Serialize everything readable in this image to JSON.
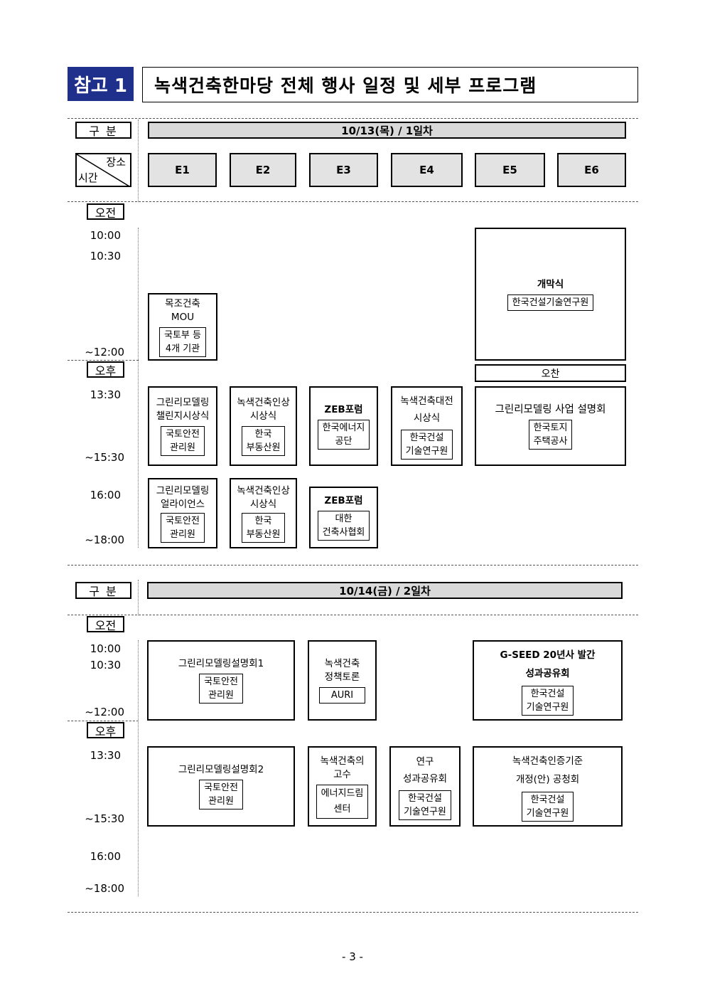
{
  "header": {
    "tag": "참고 1",
    "title": "녹색건축한마당 전체 행사 일정 및 세부 프로그램"
  },
  "labels": {
    "gubun": "구 분",
    "place": "장소",
    "time": "시간",
    "am": "오전",
    "pm": "오후"
  },
  "rooms": [
    "E1",
    "E2",
    "E3",
    "E4",
    "E5",
    "E6"
  ],
  "day1": {
    "date": "10/13(목) / 1일차",
    "times": [
      "10:00",
      "10:30",
      "~12:00",
      "13:30",
      "~15:30",
      "16:00",
      "~18:00"
    ],
    "lunch": "오찬",
    "events": [
      {
        "title": "개막식",
        "org": "한국건설기술연구원"
      },
      {
        "title": "목조건축\nMOU",
        "org": "국토부 등\n4개 기관"
      },
      {
        "title": "그린리모델링\n챌린지시상식",
        "org": "국토안전\n관리원"
      },
      {
        "title": "녹색건축인상\n시상식",
        "org": "한국\n부동산원"
      },
      {
        "title": "ZEB포럼",
        "org": "한국에너지\n공단"
      },
      {
        "title": "녹색건축대전\n시상식",
        "org": "한국건설\n기술연구원"
      },
      {
        "title": "그린리모델링 사업 설명회",
        "org": "한국토지\n주택공사"
      },
      {
        "title": "그린리모델링\n얼라이언스",
        "org": "국토안전\n관리원"
      },
      {
        "title": "녹색건축인상\n시상식",
        "org": "한국\n부동산원"
      },
      {
        "title": "ZEB포럼",
        "org": "대한\n건축사협회"
      }
    ]
  },
  "day2": {
    "date": "10/14(금) / 2일차",
    "times": [
      "10:00",
      "10:30",
      "~12:00",
      "13:30",
      "~15:30",
      "16:00",
      "~18:00"
    ],
    "events": [
      {
        "title": "그린리모델링설명회1",
        "org": "국토안전\n관리원"
      },
      {
        "title": "녹색건축\n정책토론",
        "org": "AURI"
      },
      {
        "title": "G-SEED 20년사 발간\n성과공유회",
        "org": "한국건설\n기술연구원"
      },
      {
        "title": "그린리모델링설명회2",
        "org": "국토안전\n관리원"
      },
      {
        "title": "녹색건축의\n고수",
        "org": "에너지드림\n센터"
      },
      {
        "title": "연구\n성과공유회",
        "org": "한국건설\n기술연구원"
      },
      {
        "title": "녹색건축인증기준\n개정(안) 공청회",
        "org": "한국건설\n기술연구원"
      }
    ]
  },
  "footer": {
    "page": "- 3 -"
  }
}
